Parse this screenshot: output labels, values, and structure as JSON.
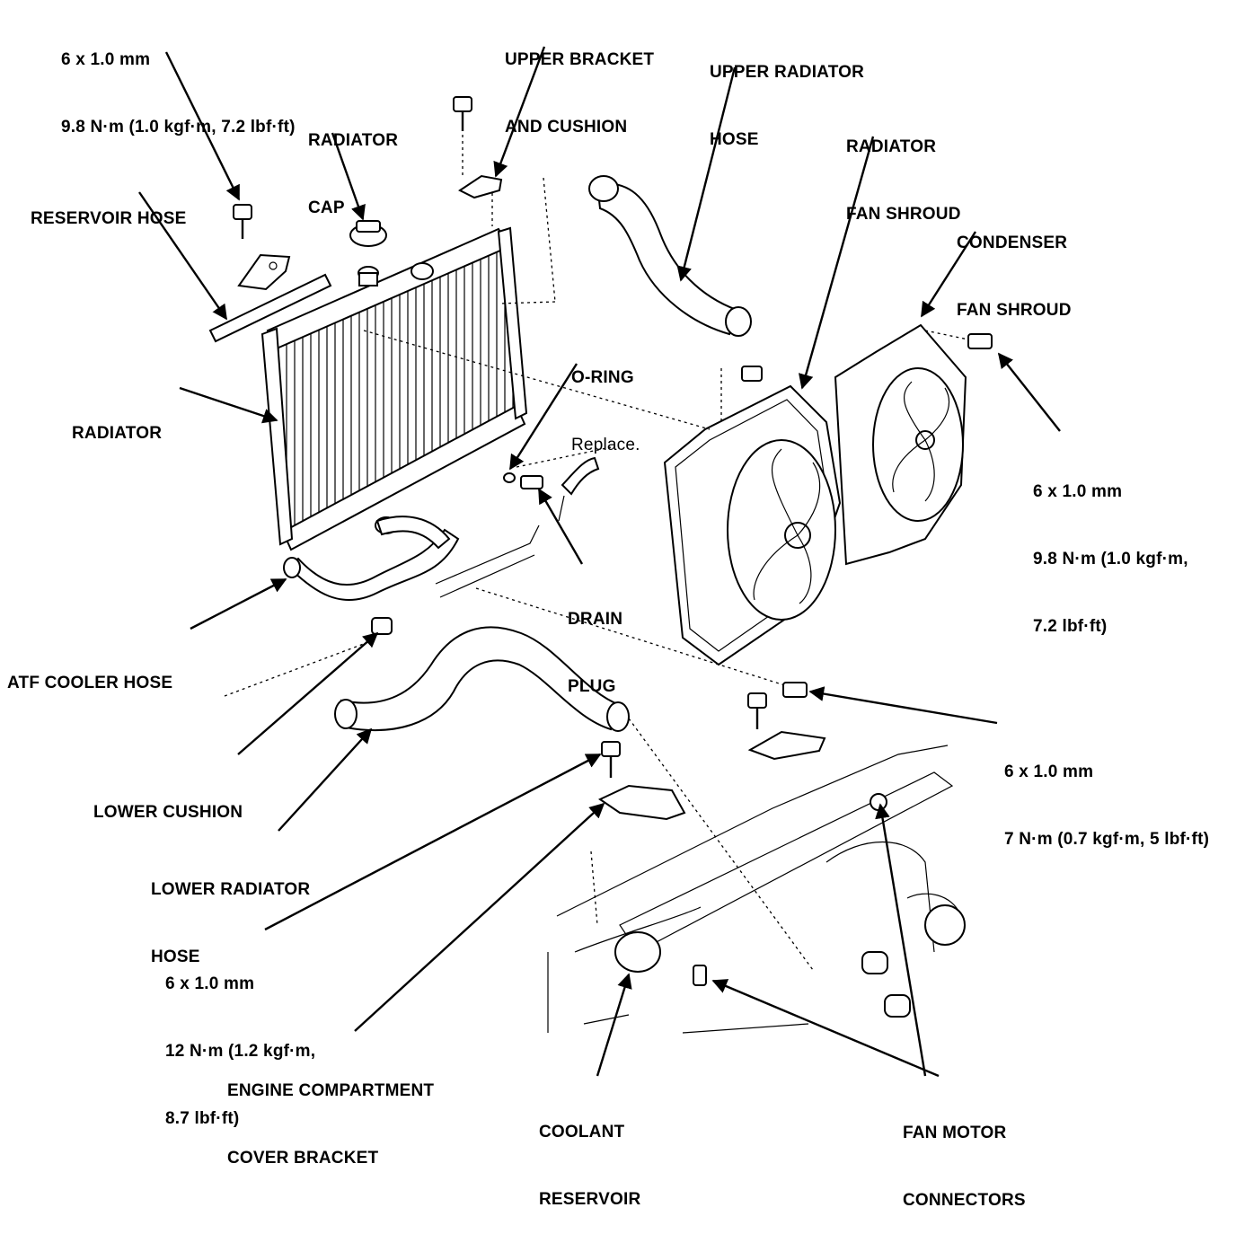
{
  "labels": {
    "bolt_upper_left": {
      "line1": "6 x 1.0 mm",
      "line2": "9.8 N·m (1.0 kgf·m, 7.2 lbf·ft)"
    },
    "upper_bracket": {
      "line1": "UPPER BRACKET",
      "line2": "AND CUSHION"
    },
    "upper_hose": {
      "line1": "UPPER RADIATOR",
      "line2": "HOSE"
    },
    "radiator_cap": {
      "line1": "RADIATOR",
      "line2": "CAP"
    },
    "radiator_fan_shroud": {
      "line1": "RADIATOR",
      "line2": "FAN SHROUD"
    },
    "reservoir_hose": {
      "line1": "RESERVOIR HOSE"
    },
    "condenser_fan_shroud": {
      "line1": "CONDENSER",
      "line2": "FAN SHROUD"
    },
    "o_ring": {
      "line1": "O-RING",
      "line2": "Replace."
    },
    "radiator": {
      "line1": "RADIATOR"
    },
    "bolt_right_upper": {
      "line1": "6 x 1.0 mm",
      "line2": "9.8 N·m (1.0 kgf·m,",
      "line3": "7.2 lbf·ft)"
    },
    "drain_plug": {
      "line1": "DRAIN",
      "line2": "PLUG"
    },
    "atf_cooler_hose": {
      "line1": "ATF COOLER HOSE"
    },
    "bolt_right_lower": {
      "line1": "6 x 1.0 mm",
      "line2": "7 N·m (0.7 kgf·m, 5 lbf·ft)"
    },
    "lower_cushion": {
      "line1": "LOWER CUSHION"
    },
    "lower_hose": {
      "line1": "LOWER RADIATOR",
      "line2": "HOSE"
    },
    "bolt_lower_left": {
      "line1": "6 x 1.0 mm",
      "line2": "12 N·m (1.2 kgf·m,",
      "line3": "8.7 lbf·ft)"
    },
    "engine_bracket": {
      "line1": "ENGINE COMPARTMENT",
      "line2": "COVER BRACKET"
    },
    "coolant_reservoir": {
      "line1": "COOLANT",
      "line2": "RESERVOIR"
    },
    "fan_motor_connectors": {
      "line1": "FAN MOTOR",
      "line2": "CONNECTORS"
    }
  }
}
